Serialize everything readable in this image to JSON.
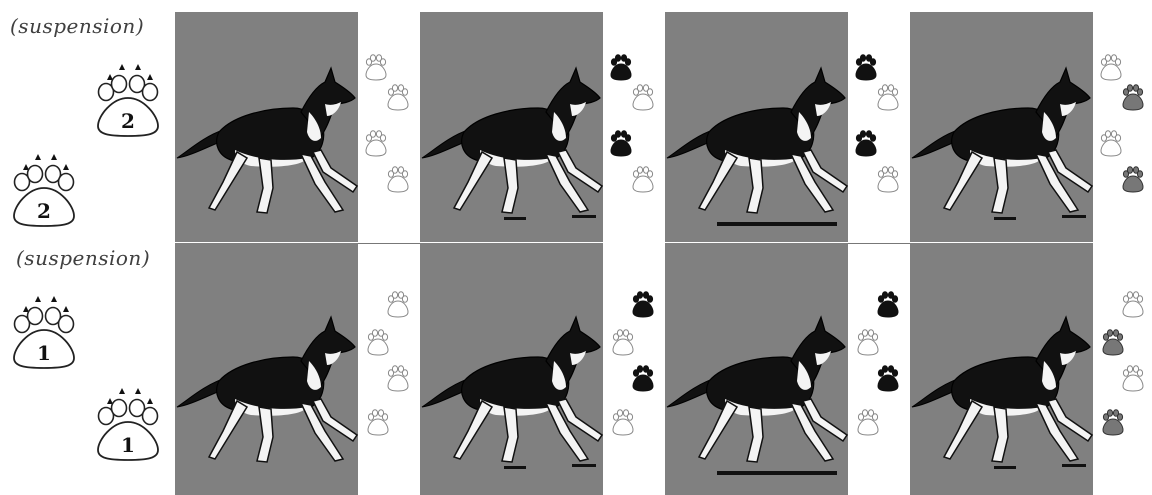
{
  "labels": {
    "top_suspension": "(suspension)",
    "bottom_suspension": "(suspension)"
  },
  "legend_paws": [
    {
      "number": "2",
      "style": "outline"
    },
    {
      "number": "2",
      "style": "outline"
    },
    {
      "number": "1",
      "style": "outline"
    },
    {
      "number": "1",
      "style": "outline"
    }
  ],
  "rows": [
    {
      "name": "top-row",
      "frames": [
        {
          "frame": 1,
          "ground_contact": "none",
          "footprints": [
            "light",
            "light",
            "light",
            "light"
          ]
        },
        {
          "frame": 2,
          "ground_contact": "diagonal-pair",
          "footprints": [
            "black",
            "light",
            "black",
            "light"
          ]
        },
        {
          "frame": 3,
          "ground_contact": "full-stance",
          "footprints": [
            "black",
            "light",
            "black",
            "light"
          ]
        },
        {
          "frame": 4,
          "ground_contact": "diagonal-pair",
          "footprints": [
            "light",
            "gray",
            "light",
            "gray"
          ]
        }
      ]
    },
    {
      "name": "bottom-row",
      "frames": [
        {
          "frame": 1,
          "ground_contact": "none",
          "footprints": [
            "light",
            "light",
            "light",
            "light"
          ]
        },
        {
          "frame": 2,
          "ground_contact": "diagonal-pair",
          "footprints": [
            "black",
            "light",
            "black",
            "light"
          ]
        },
        {
          "frame": 3,
          "ground_contact": "full-stance",
          "footprints": [
            "black",
            "light",
            "black",
            "light"
          ]
        },
        {
          "frame": 4,
          "ground_contact": "diagonal-pair",
          "footprints": [
            "light",
            "gray",
            "light",
            "gray"
          ]
        }
      ]
    }
  ],
  "colors": {
    "panel_bg": "#808080",
    "dog_black": "#111111",
    "dog_light": "#f4f4f4",
    "print_black": "#111111",
    "print_gray": "#777777",
    "print_light": "#ffffff"
  }
}
